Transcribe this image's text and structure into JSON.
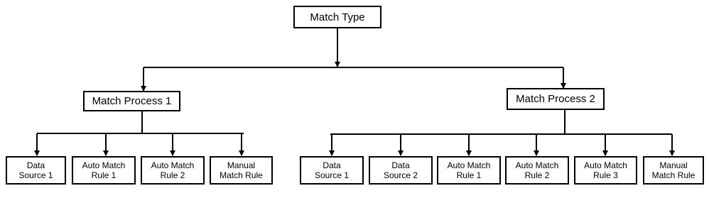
{
  "root": {
    "label": "Match Type"
  },
  "processes": [
    {
      "label": "Match Process 1",
      "children": [
        "Data\nSource 1",
        "Auto Match\nRule 1",
        "Auto Match\nRule 2",
        "Manual\nMatch Rule"
      ]
    },
    {
      "label": "Match Process 2",
      "children": [
        "Data\nSource 1",
        "Data\nSource 2",
        "Auto Match\nRule 1",
        "Auto Match\nRule 2",
        "Auto Match\nRule 3",
        "Manual\nMatch Rule"
      ]
    }
  ]
}
